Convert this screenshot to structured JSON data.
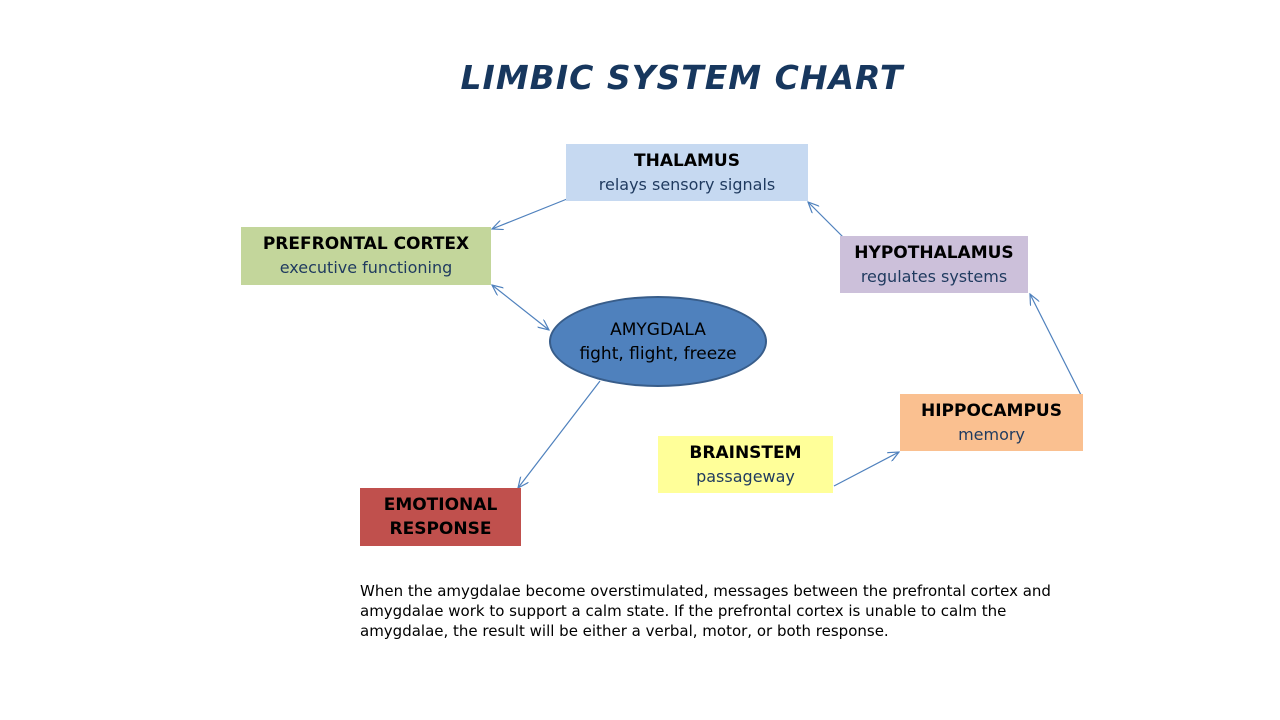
{
  "title": "LIMBIC SYSTEM CHART",
  "nodes": {
    "thalamus": {
      "name": "THALAMUS",
      "desc": "relays sensory signals",
      "color": "#c6d9f1"
    },
    "prefrontal_cortex": {
      "name": "PREFRONTAL CORTEX",
      "desc": "executive functioning",
      "color": "#c3d69b"
    },
    "hypothalamus": {
      "name": "HYPOTHALAMUS",
      "desc": "regulates systems",
      "color": "#ccc0da"
    },
    "amygdala": {
      "name": "AMYGDALA",
      "desc": "fight, flight, freeze",
      "color": "#4f81bd"
    },
    "hippocampus": {
      "name": "HIPPOCAMPUS",
      "desc": "memory",
      "color": "#fac090"
    },
    "brainstem": {
      "name": "BRAINSTEM",
      "desc": "passageway",
      "color": "#ffff99"
    },
    "emotional_response": {
      "name": "EMOTIONAL RESPONSE",
      "color": "#c0504d"
    }
  },
  "connections": [
    {
      "from": "thalamus",
      "to": "prefrontal_cortex",
      "direction": "one-way"
    },
    {
      "from": "prefrontal_cortex",
      "to": "amygdala",
      "direction": "two-way"
    },
    {
      "from": "amygdala",
      "to": "emotional_response",
      "direction": "one-way"
    },
    {
      "from": "brainstem",
      "to": "hippocampus",
      "direction": "one-way"
    },
    {
      "from": "hippocampus",
      "to": "hypothalamus",
      "direction": "one-way"
    },
    {
      "from": "hypothalamus",
      "to": "thalamus",
      "direction": "one-way"
    }
  ],
  "caption": "When the amygdalae become overstimulated, messages between the prefrontal cortex and amygdalae work to support a calm state. If the prefrontal cortex is unable to calm the amygdalae, the result will be either a verbal, motor, or both response.",
  "colors": {
    "title": "#17375e",
    "arrow": "#4f81bd"
  }
}
